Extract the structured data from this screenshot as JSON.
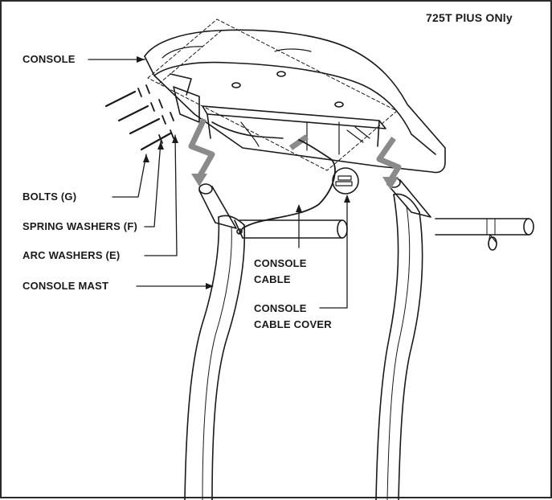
{
  "title": "725T PlUS ONly",
  "labels": {
    "console": "CONSOLE",
    "bolts": "BOLTS (G)",
    "spring_washers": "SPRING WASHERS (F)",
    "arc_washers": "ARC WASHERS (E)",
    "console_mast": "CONSOLE MAST",
    "console_cable_line1": "CONSOLE",
    "console_cable_line2": "CABLE",
    "console_cable_cover_line1": "CONSOLE",
    "console_cable_cover_line2": "CABLE COVER"
  }
}
